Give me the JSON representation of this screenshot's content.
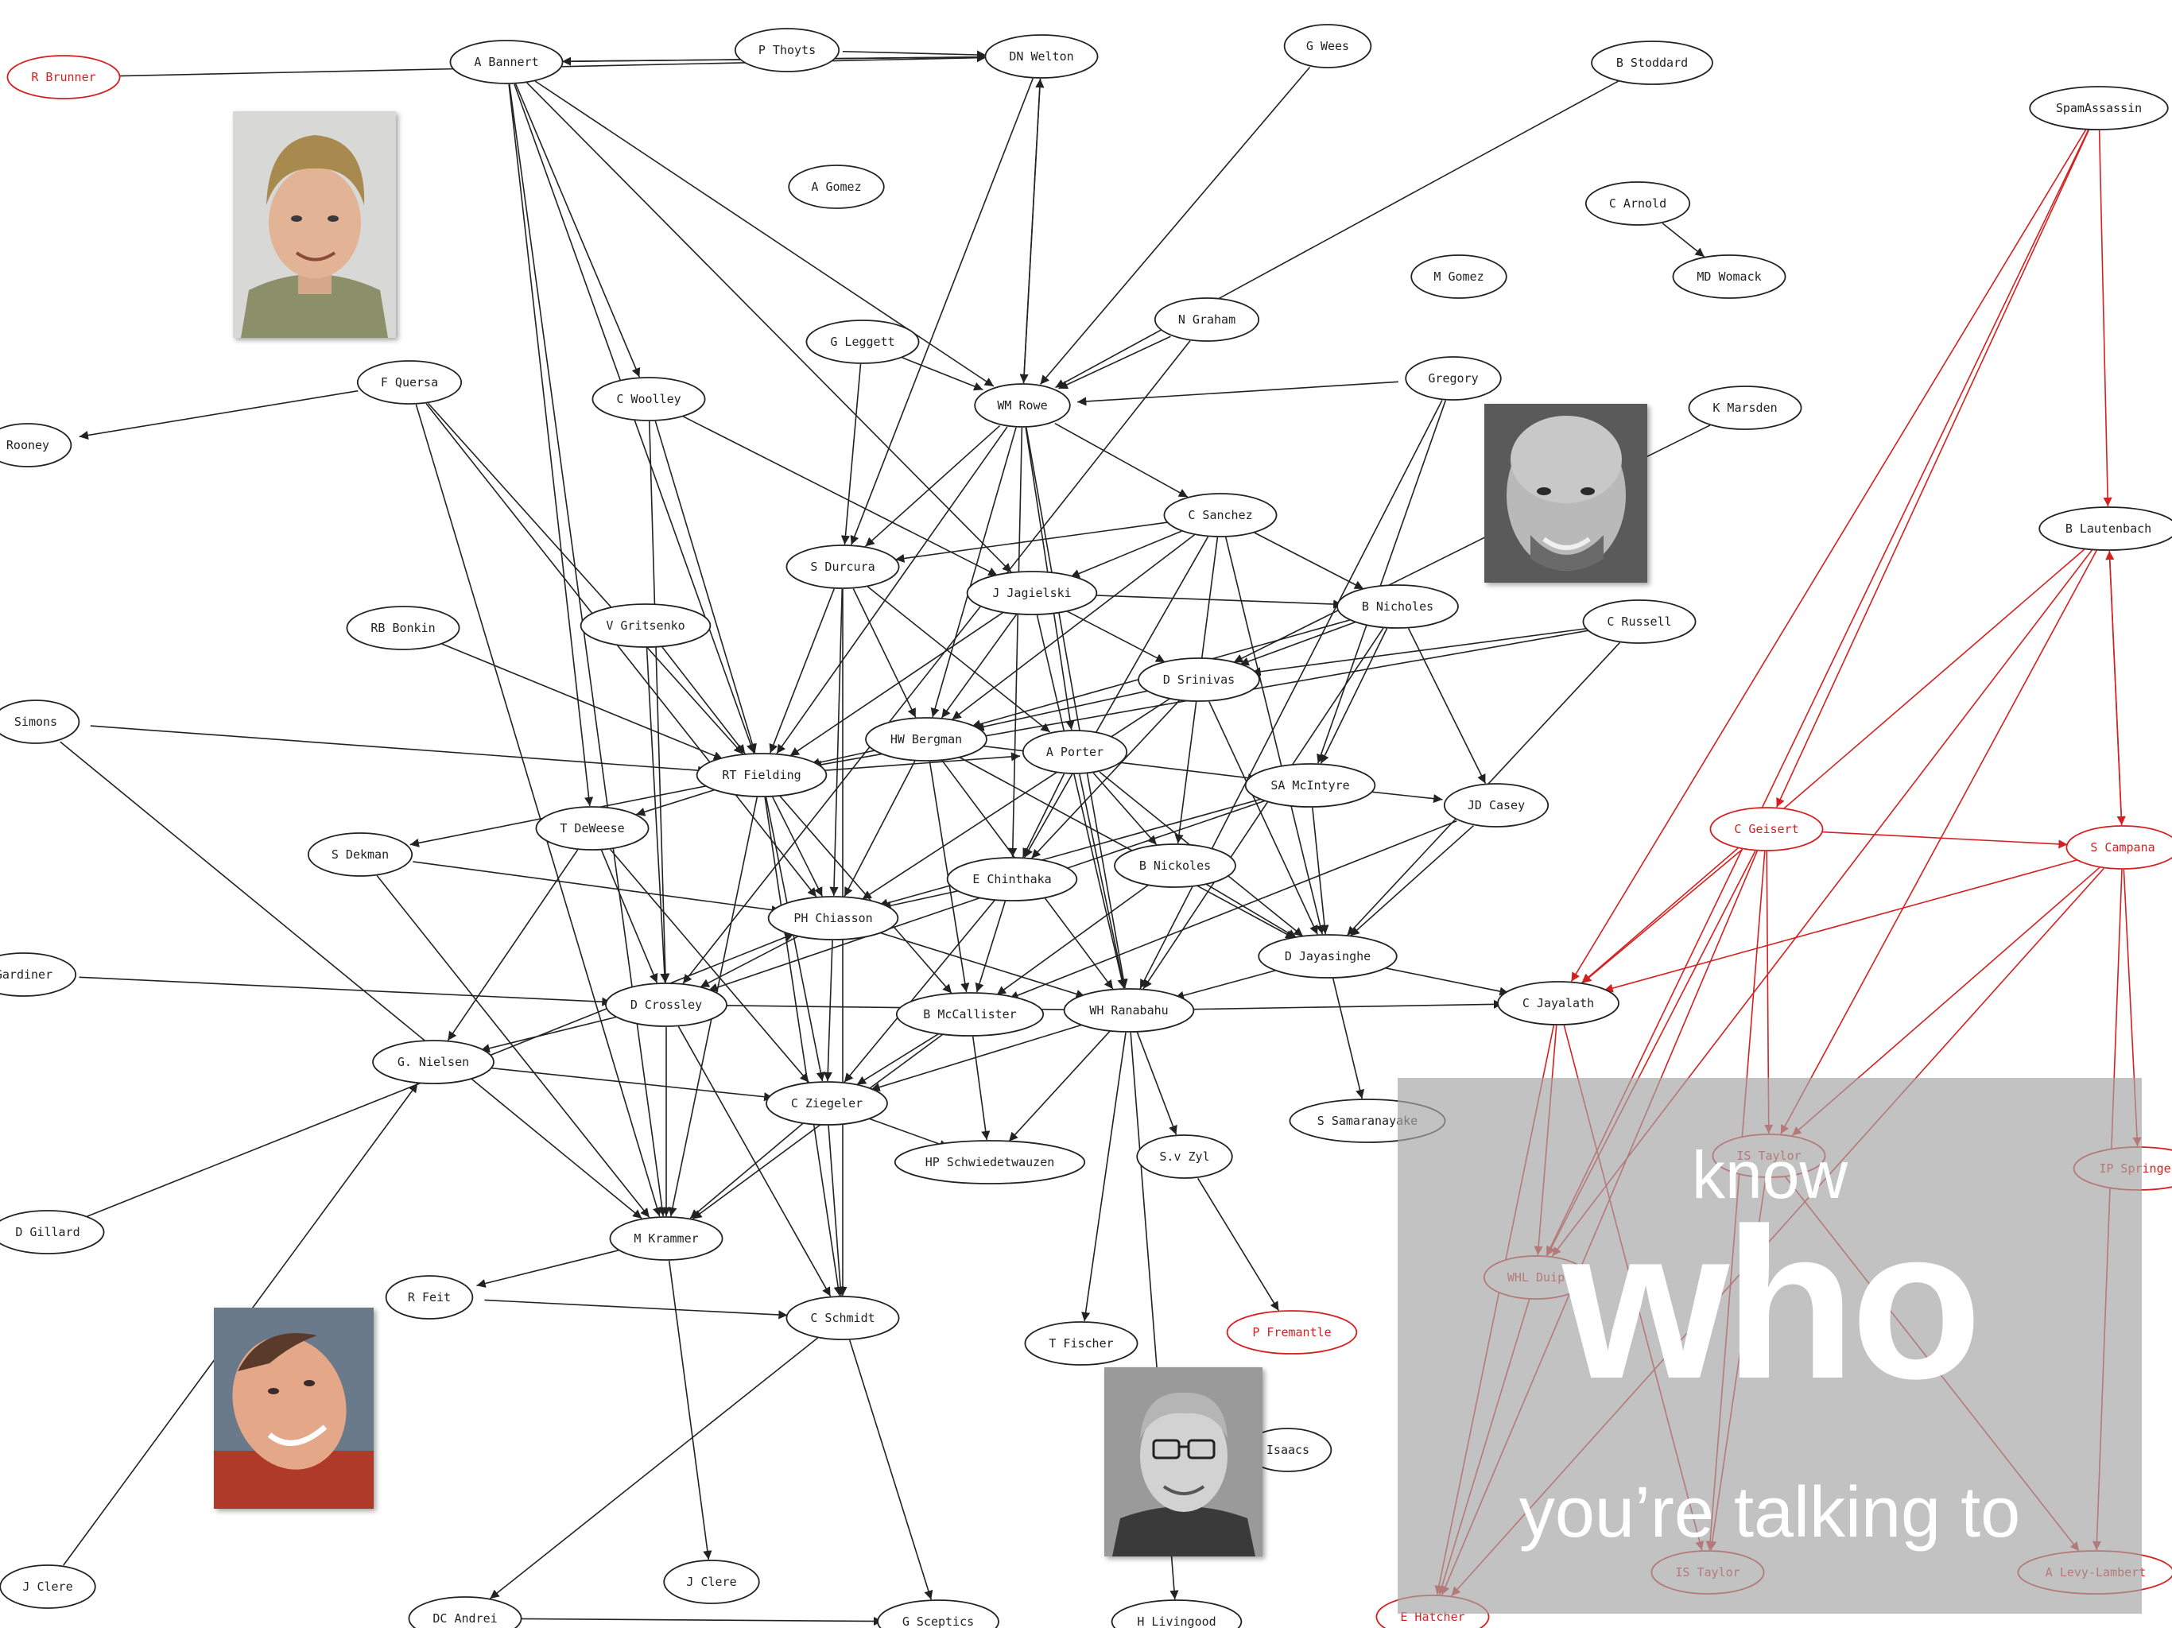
{
  "colors": {
    "edge": "#222222",
    "accent": "#d42020",
    "overlay": "#a5a5a5"
  },
  "overlay": {
    "line1": "know",
    "line2": "who",
    "line3": "you’re talking to"
  },
  "photos": [
    {
      "id": "photo-1",
      "depicts": "man with spiky blond hair"
    },
    {
      "id": "photo-2",
      "depicts": "bald man smiling, grayscale"
    },
    {
      "id": "photo-3",
      "depicts": "man smiling, tilted head"
    },
    {
      "id": "photo-4",
      "depicts": "man with glasses, grayscale"
    }
  ],
  "nodes": [
    {
      "id": "n1",
      "label": "R Brunner",
      "color": "red"
    },
    {
      "id": "n2",
      "label": "A Bannert"
    },
    {
      "id": "n3",
      "label": "P Thoyts"
    },
    {
      "id": "n4",
      "label": "DN Welton"
    },
    {
      "id": "n5",
      "label": "G Wees"
    },
    {
      "id": "n6",
      "label": "B Stoddard"
    },
    {
      "id": "n7",
      "label": "SpamAssassin"
    },
    {
      "id": "n8",
      "label": "A Gomez"
    },
    {
      "id": "n9",
      "label": "C Arnold"
    },
    {
      "id": "n10",
      "label": "MD Womack"
    },
    {
      "id": "n11",
      "label": "M Gomez"
    },
    {
      "id": "n12",
      "label": "N Graham"
    },
    {
      "id": "n13",
      "label": "G Leggett"
    },
    {
      "id": "n14",
      "label": "F Quersa"
    },
    {
      "id": "n15",
      "label": "C Woolley"
    },
    {
      "id": "n16",
      "label": "WM Rowe"
    },
    {
      "id": "n17",
      "label": "Gregory"
    },
    {
      "id": "n18",
      "label": "K Marsden"
    },
    {
      "id": "n19",
      "label": "Rooney"
    },
    {
      "id": "n20",
      "label": "C Sanchez"
    },
    {
      "id": "n21",
      "label": "B Lautenbach"
    },
    {
      "id": "n22",
      "label": "S Durcura"
    },
    {
      "id": "n23",
      "label": "J Jagielski"
    },
    {
      "id": "n24",
      "label": "B Nicholes"
    },
    {
      "id": "n25",
      "label": "C Russell"
    },
    {
      "id": "n26",
      "label": "RB Bonkin"
    },
    {
      "id": "n27",
      "label": "V Gritsenko"
    },
    {
      "id": "n28",
      "label": "D Srinivas"
    },
    {
      "id": "n29",
      "label": "Simons"
    },
    {
      "id": "n30",
      "label": "HW Bergman"
    },
    {
      "id": "n31",
      "label": "RT Fielding"
    },
    {
      "id": "n32",
      "label": "A Porter"
    },
    {
      "id": "n33",
      "label": "SA McIntyre"
    },
    {
      "id": "n34",
      "label": "JD Casey"
    },
    {
      "id": "n35",
      "label": "C Geisert",
      "color": "red"
    },
    {
      "id": "n36",
      "label": "S Campana",
      "color": "red"
    },
    {
      "id": "n37",
      "label": "S Dekman"
    },
    {
      "id": "n38",
      "label": "T DeWeese"
    },
    {
      "id": "n39",
      "label": "E Chinthaka"
    },
    {
      "id": "n40",
      "label": "B Nickoles"
    },
    {
      "id": "n41",
      "label": "PH Chiasson"
    },
    {
      "id": "n42",
      "label": "D Jayasinghe"
    },
    {
      "id": "n43",
      "label": "Gardiner"
    },
    {
      "id": "n44",
      "label": "D Crossley"
    },
    {
      "id": "n45",
      "label": "B McCallister"
    },
    {
      "id": "n46",
      "label": "WH Ranabahu"
    },
    {
      "id": "n47",
      "label": "C Jayalath"
    },
    {
      "id": "n48",
      "label": "G. Nielsen"
    },
    {
      "id": "n49",
      "label": "C Ziegeler"
    },
    {
      "id": "n50",
      "label": "S Samaranayake"
    },
    {
      "id": "n51",
      "label": "HP Schwiedetwauzen"
    },
    {
      "id": "n52",
      "label": "S.v Zyl"
    },
    {
      "id": "n53",
      "label": "IS Taylor",
      "color": "red"
    },
    {
      "id": "n54",
      "label": "IP Springer",
      "color": "red"
    },
    {
      "id": "n55",
      "label": "D Gillard"
    },
    {
      "id": "n56",
      "label": "M Krammer"
    },
    {
      "id": "n57",
      "label": "WHL Duip",
      "color": "red"
    },
    {
      "id": "n58",
      "label": "R Feit"
    },
    {
      "id": "n59",
      "label": "C Schmidt"
    },
    {
      "id": "n60",
      "label": "T Fischer"
    },
    {
      "id": "n61",
      "label": "P Fremantle",
      "color": "red"
    },
    {
      "id": "n62",
      "label": "Isaacs"
    },
    {
      "id": "n63",
      "label": "J Clere"
    },
    {
      "id": "n64",
      "label": "J Clere"
    },
    {
      "id": "n65",
      "label": "DC Andrei"
    },
    {
      "id": "n66",
      "label": "G Sceptics"
    },
    {
      "id": "n67",
      "label": "H Livingood"
    },
    {
      "id": "n68",
      "label": "E Hatcher",
      "color": "red"
    },
    {
      "id": "n69",
      "label": "IS Taylor",
      "color": "red"
    },
    {
      "id": "n70",
      "label": "A Levy-Lambert",
      "color": "red"
    }
  ]
}
